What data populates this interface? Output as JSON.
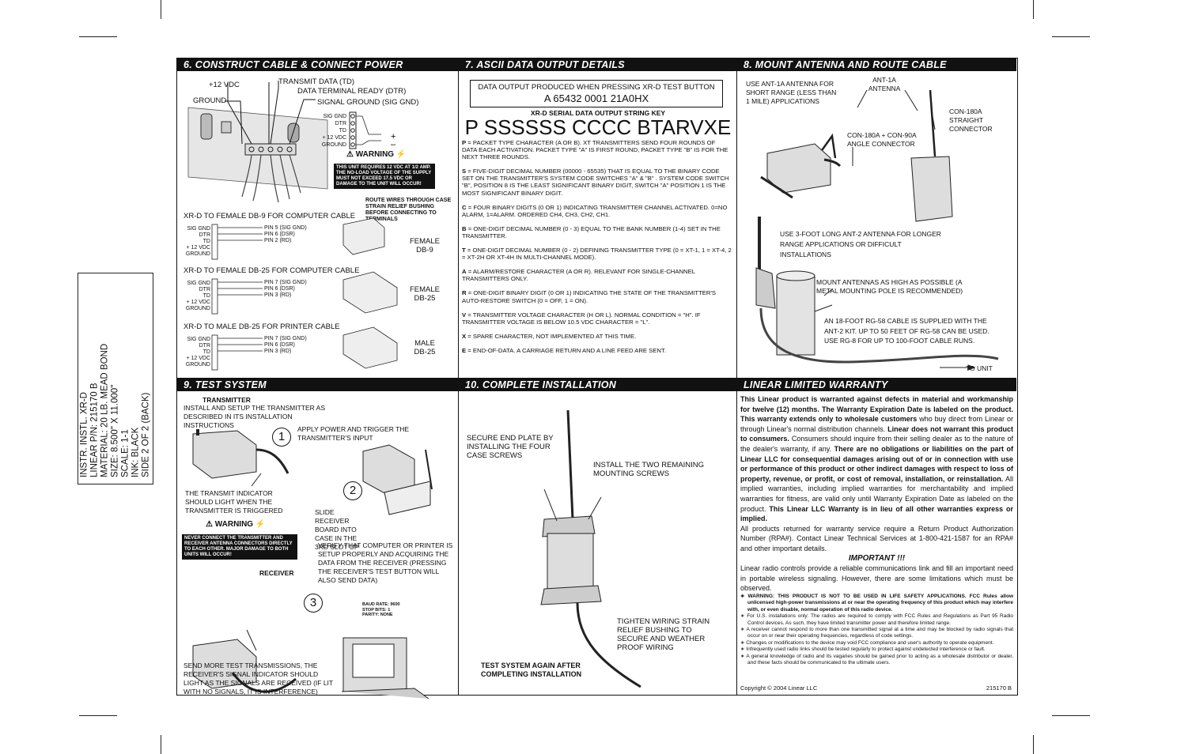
{
  "side_label": [
    "INSTR. INSTL. XR-D",
    "LINEAR P/N: 215170 B",
    "MATERIAL: 20 LB. MEAD BOND",
    "SIZE: 8.500\" X 11.000\"",
    "SCALE: 1-1",
    "INK: BLACK",
    "SIDE 2 OF 2 (BACK)"
  ],
  "s6": {
    "title": "6.   CONSTRUCT CABLE & CONNECT POWER",
    "plus12": "+12 VDC",
    "transmit": "TRANSMIT DATA (TD)",
    "dtr": "DATA TERMINAL READY (DTR)",
    "ground": "GROUND",
    "siggnd": "SIGNAL GROUND (SIG GND)",
    "term_labels": [
      "SIG GND",
      "DTR",
      "TD",
      "+ 12 VDC",
      "GROUND"
    ],
    "warning": "WARNING",
    "warning_text": "THIS UNIT REQUIRES 12 VDC AT 1/2 AMP. THE NO-LOAD VOLTAGE OF THE SUPPLY MUST NOT EXCEED 17.5 VDC OR DAMAGE TO THE UNIT WILL OCCUR!",
    "route": "ROUTE WIRES THROUGH CASE STRAIN RELIEF BUSHING BEFORE CONNECTING TO TERMINALS",
    "db9_title": "XR-D TO FEMALE DB-9 FOR COMPUTER CABLE",
    "db9_pins": [
      "PIN 5 (SIG GND)",
      "PIN 6 (DSR)",
      "PIN 2 (RD)"
    ],
    "db9_label": "FEMALE DB-9",
    "db25f_title": "XR-D TO FEMALE DB-25 FOR COMPUTER CABLE",
    "db25_pins": [
      "PIN 7 (SIG GND)",
      "PIN 6 (DSR)",
      "PIN 3 (RD)"
    ],
    "db25f_label": "FEMALE DB-25",
    "db25m_title": "XR-D TO MALE DB-25 FOR PRINTER CABLE",
    "db25m_label": "MALE DB-25"
  },
  "s7": {
    "title": "7.   ASCII DATA OUTPUT DETAILS",
    "box_line1": "DATA OUTPUT PRODUCED WHEN PRESSING XR-D TEST BUTTON",
    "box_line2": "A 65432 0001 21A0HX",
    "key_title": "XR-D SERIAL DATA OUTPUT STRING KEY",
    "big": "P SSSSSS CCCC BTARVXE",
    "items": [
      {
        "k": "P",
        "v": " = PACKET TYPE CHARACTER (A OR B). XT TRANSMITTERS SEND FOUR ROUNDS OF DATA EACH ACTIVATION. PACKET TYPE \"A\" IS FIRST ROUND, PACKET TYPE \"B\" IS FOR THE NEXT THREE ROUNDS."
      },
      {
        "k": "S",
        "v": " = FIVE-DIGIT DECIMAL NUMBER (00000 - 65535) THAT IS EQUAL TO THE BINARY CODE SET ON THE TRANSMITTER'S SYSTEM CODE SWITCHES \"A\" & \"B\" . SYSTEM CODE SWITCH \"B\", POSITION 8 IS THE LEAST SIGNIFICANT BINARY DIGIT, SWITCH \"A\" POSITION 1 IS THE MOST SIGNIFICANT BINARY DIGIT."
      },
      {
        "k": "C",
        "v": " = FOUR BINARY DIGITS (0 OR 1) INDICATING TRANSMITTER CHANNEL ACTIVATED. 0=NO ALARM, 1=ALARM. ORDERED CH4, CH3, CH2, CH1."
      },
      {
        "k": "B",
        "v": " = ONE-DIGIT DECIMAL NUMBER (0 - 3) EQUAL TO THE BANK NUMBER (1-4) SET IN THE TRANSMITTER."
      },
      {
        "k": "T",
        "v": " = ONE-DIGIT DECIMAL NUMBER (0 - 2) DEFINING TRANSMITTER TYPE (0 = XT-1, 1 = XT-4, 2 = XT-2H OR XT-4H IN MULTI-CHANNEL MODE)."
      },
      {
        "k": "A",
        "v": " = ALARM/RESTORE CHARACTER (A OR R). RELEVANT FOR SINGLE-CHANNEL TRANSMITTERS ONLY."
      },
      {
        "k": "R",
        "v": " = ONE-DIGIT BINARY DIGIT (0 OR 1) INDICATING THE STATE OF THE TRANSMITTER'S AUTO-RESTORE SWITCH (0 = OFF, 1 = ON)."
      },
      {
        "k": "V",
        "v": " = TRANSMITTER VOLTAGE CHARACTER (H OR L). NORMAL CONDITION = \"H\". IF TRANSMITTER VOLTAGE IS BELOW 10.5 VDC CHARACTER = \"L\"."
      },
      {
        "k": "X",
        "v": " = SPARE CHARACTER, NOT IMPLEMENTED AT THIS TIME."
      },
      {
        "k": "E",
        "v": " = END-OF-DATA. A CARRIAGE RETURN AND A LINE FEED ARE SENT."
      }
    ]
  },
  "s8": {
    "title": "8.   MOUNT ANTENNA AND ROUTE CABLE",
    "ant1a_use": "USE ANT-1A ANTENNA FOR SHORT RANGE (LESS THAN 1 MILE) APPLICATIONS",
    "ant1a": "ANT-1A ANTENNA",
    "con180": "CON-180A STRAIGHT CONNECTOR",
    "con180_90": "CON-180A + CON-90A ANGLE CONNECTOR",
    "ant2_use": "USE 3-FOOT LONG ANT-2 ANTENNA FOR LONGER RANGE APPLICATIONS OR DIFFICULT INSTALLATIONS",
    "mount_high": "MOUNT ANTENNAS AS HIGH AS POSSIBLE (A METAL MOUNTING POLE IS RECOMMENDED)",
    "cable_note": "AN 18-FOOT RG-58 CABLE IS SUPPLIED WITH THE ANT-2 KIT. UP TO 50 FEET OF RG-58 CAN BE USED. USE RG-8 FOR UP TO 100-FOOT CABLE RUNS.",
    "to_unit": "TO UNIT"
  },
  "s9": {
    "title": "9.   TEST SYSTEM",
    "transmitter": "TRANSMITTER",
    "install_tx": "INSTALL AND SETUP THE TRANSMITTER AS DESCRIBED IN ITS INSTALLATION INSTRUCTIONS",
    "step1": "1",
    "apply_power": "APPLY POWER AND TRIGGER THE TRANSMITTER'S INPUT",
    "indicator": "THE TRANSMIT INDICATOR SHOULD LIGHT WHEN THE TRANSMITTER IS TRIGGERED",
    "step2": "2",
    "slide": "SLIDE RECEIVER BOARD INTO CASE IN THE 3RD SLOT UP",
    "warning": "WARNING",
    "warning_text": "NEVER CONNECT THE TRANSMITTER AND RECEIVER ANTENNA CONNECTORS DIRECTLY TO EACH OTHER. MAJOR DAMAGE TO BOTH UNITS WILL OCCUR!",
    "receiver": "RECEIVER",
    "verify": "VERIFY THAT COMPUTER OR PRINTER IS SETUP PROPERLY AND ACQUIRING THE DATA FROM THE RECEIVER (PRESSING THE RECEIVER'S TEST BUTTON WILL ALSO SEND DATA)",
    "step3": "3",
    "screen": [
      "BAUD RATE: 9600",
      "STOP BITS: 1",
      "PARITY: NONE"
    ],
    "send_more": "SEND MORE TEST TRANSMISSIONS, THE RECEIVER'S SIGNAL INDICATOR SHOULD LIGHT AS THE SIGNALS ARE RECEIVED (IF LIT WITH NO SIGNALS, IT IS INTERFERENCE)"
  },
  "s10": {
    "title": "10.  COMPLETE INSTALLATION",
    "secure_end": "SECURE END PLATE BY INSTALLING THE FOUR CASE SCREWS",
    "install_two": "INSTALL THE TWO REMAINING MOUNTING SCREWS",
    "tighten": "TIGHTEN WIRING STRAIN RELIEF BUSHING TO SECURE AND WEATHER PROOF WIRING",
    "test_again": "TEST SYSTEM AGAIN AFTER COMPLETING INSTALLATION"
  },
  "warranty": {
    "title": "LINEAR LIMITED WARRANTY",
    "p1_b1": "This Linear product is warranted against defects in material and workmanship for twelve (12) months. The Warranty Expiration Date is labeled on the product. This warranty extends only to wholesale customers",
    "p1_n1": " who buy direct from Linear or through Linear's normal distribution channels. ",
    "p1_b2": "Linear does not warrant this product to consumers.",
    "p1_n2": " Consumers should inquire from their selling dealer as to the nature of the dealer's warranty, if any. ",
    "p1_b3": "There are no obligations or liabilities on the part of Linear LLC for consequential damages arising out of or in connection with use or performance of this product or other indirect damages with respect to loss of property, revenue, or profit, or cost of removal, installation, or reinstallation.",
    "p1_n3": " All implied warranties, including implied warranties for merchantability and implied warranties for fitness, are valid only until Warranty Expiration Date as labeled on the product. ",
    "p1_b4": "This Linear LLC Warranty is in lieu of all other warranties express or implied.",
    "p2": "All products returned for warranty service require a Return Product Authorization Number (RPA#). Contact Linear Technical Services at 1-800-421-1587 for an RPA# and other important details.",
    "important": "IMPORTANT !!!",
    "p3": "Linear radio controls provide a reliable communications link and fill an important need in portable wireless signaling. However, there are some limitations which must be observed.",
    "bullets": [
      "WARNING: THIS PRODUCT IS NOT TO BE USED IN LIFE SAFETY APPLICATIONS. FCC Rules allow unlicensed high-power transmissions at or near the operating frequency of this product which may interfere with, or even disable, normal operation of this radio device.",
      "For U.S. installations only: The radios are required to comply with FCC Rules and Regulations as Part 95 Radio Control devices. As such, they have limited transmitter power and therefore limited range.",
      "A receiver cannot respond to more than one transmitted signal at a time and may be blocked by radio signals that occur on or near their operating frequencies, regardless of code settings.",
      "Changes or modifications to the device may void FCC compliance and user's authority to operate equipment.",
      "Infrequently used radio links should be tested regularly to protect against undetected interference or fault.",
      "A general knowledge of radio and its vagaries should be gained prior to acting as a wholesale distributor or dealer, and these facts should be communicated to the ultimate users."
    ],
    "bullet_mark": "∗",
    "copyright": "Copyright © 2004 Linear LLC",
    "part": "215170 B"
  }
}
